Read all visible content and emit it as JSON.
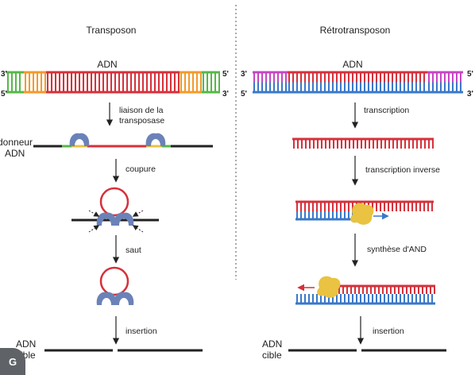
{
  "left": {
    "title": "Transposon",
    "adn_label": "ADN",
    "end_labels": {
      "top_left": "3'",
      "bottom_left": "5'",
      "top_right": "5'",
      "bottom_right": "3'"
    },
    "donor_label_line1": "donneur",
    "donor_label_line2": "ADN",
    "steps": [
      "liaison de la",
      "transposase",
      "coupure",
      "saut",
      "insertion"
    ],
    "target_label_line1": "ADN",
    "target_label_line2": "cible"
  },
  "right": {
    "title": "Rétrotransposon",
    "adn_label": "ADN",
    "end_labels": {
      "top_left": "3'",
      "bottom_left": "5'",
      "top_right": "5'",
      "bottom_right": "3'"
    },
    "steps": [
      "transcription",
      "transcription inverse",
      "synthèse d'AND",
      "insertion"
    ],
    "target_label_line1": "ADN",
    "target_label_line2": "cible"
  },
  "colors": {
    "red": "#d7303a",
    "green": "#56b847",
    "orange": "#f39a2b",
    "magenta": "#c844c4",
    "blue": "#3a78c9",
    "enzyme_blue": "#6b82b8",
    "enzyme_yellow": "#e9c341",
    "black": "#222222"
  },
  "avatar_letter": "G"
}
